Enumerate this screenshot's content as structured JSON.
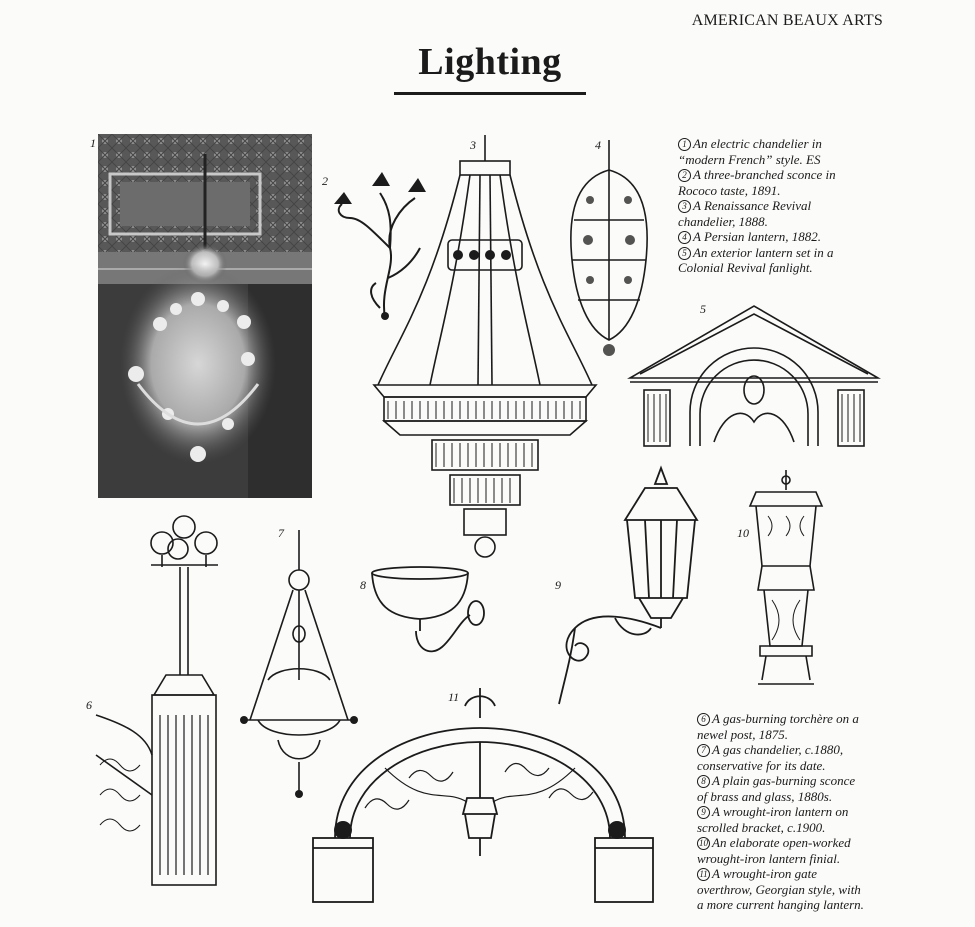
{
  "header": {
    "section": "AMERICAN BEAUX ARTS"
  },
  "page": {
    "title": "Lighting"
  },
  "figure_numbers": [
    "1",
    "2",
    "3",
    "4",
    "5",
    "6",
    "7",
    "8",
    "9",
    "10",
    "11"
  ],
  "captions_top": [
    {
      "num": "1",
      "text": "An electric chandelier in"
    },
    {
      "num": "",
      "text": "“modern French” style. ES"
    },
    {
      "num": "2",
      "text": "A three-branched sconce in"
    },
    {
      "num": "",
      "text": "Rococo taste, 1891."
    },
    {
      "num": "3",
      "text": "A Renaissance Revival"
    },
    {
      "num": "",
      "text": "chandelier, 1888."
    },
    {
      "num": "4",
      "text": "A Persian lantern, 1882."
    },
    {
      "num": "5",
      "text": "An exterior lantern set in a"
    },
    {
      "num": "",
      "text": "Colonial Revival fanlight."
    }
  ],
  "captions_bottom": [
    {
      "num": "6",
      "text": "A gas-burning torchère on a"
    },
    {
      "num": "",
      "text": "newel post, 1875."
    },
    {
      "num": "7",
      "text": "A gas chandelier, c.1880,"
    },
    {
      "num": "",
      "text": "conservative for its date."
    },
    {
      "num": "8",
      "text": "A plain gas-burning sconce"
    },
    {
      "num": "",
      "text": "of brass and glass, 1880s."
    },
    {
      "num": "9",
      "text": "A wrought-iron lantern on"
    },
    {
      "num": "",
      "text": "scrolled bracket, c.1900."
    },
    {
      "num": "10",
      "text": "An elaborate open-worked"
    },
    {
      "num": "",
      "text": "wrought-iron lantern finial."
    },
    {
      "num": "11",
      "text": "A wrought-iron gate"
    },
    {
      "num": "",
      "text": "overthrow, Georgian style, with"
    },
    {
      "num": "",
      "text": "a more current hanging lantern."
    }
  ],
  "colors": {
    "ink": "#1b1b1b",
    "paper": "#fbfbfa",
    "photo_dark": "#3a3a3a",
    "photo_mid": "#8a8a8a"
  },
  "illustrations": [
    {
      "id": "1",
      "subject": "chandelier-photo"
    },
    {
      "id": "2",
      "subject": "sconce-drawing"
    },
    {
      "id": "3",
      "subject": "chandelier-drawing"
    },
    {
      "id": "4",
      "subject": "lantern-drawing"
    },
    {
      "id": "5",
      "subject": "fanlight-drawing"
    },
    {
      "id": "6",
      "subject": "torchere-drawing"
    },
    {
      "id": "7",
      "subject": "gas-chandelier-drawing"
    },
    {
      "id": "8",
      "subject": "gas-sconce-drawing"
    },
    {
      "id": "9",
      "subject": "bracket-lantern-drawing"
    },
    {
      "id": "10",
      "subject": "lantern-finial-drawing"
    },
    {
      "id": "11",
      "subject": "gate-overthrow-drawing"
    }
  ]
}
